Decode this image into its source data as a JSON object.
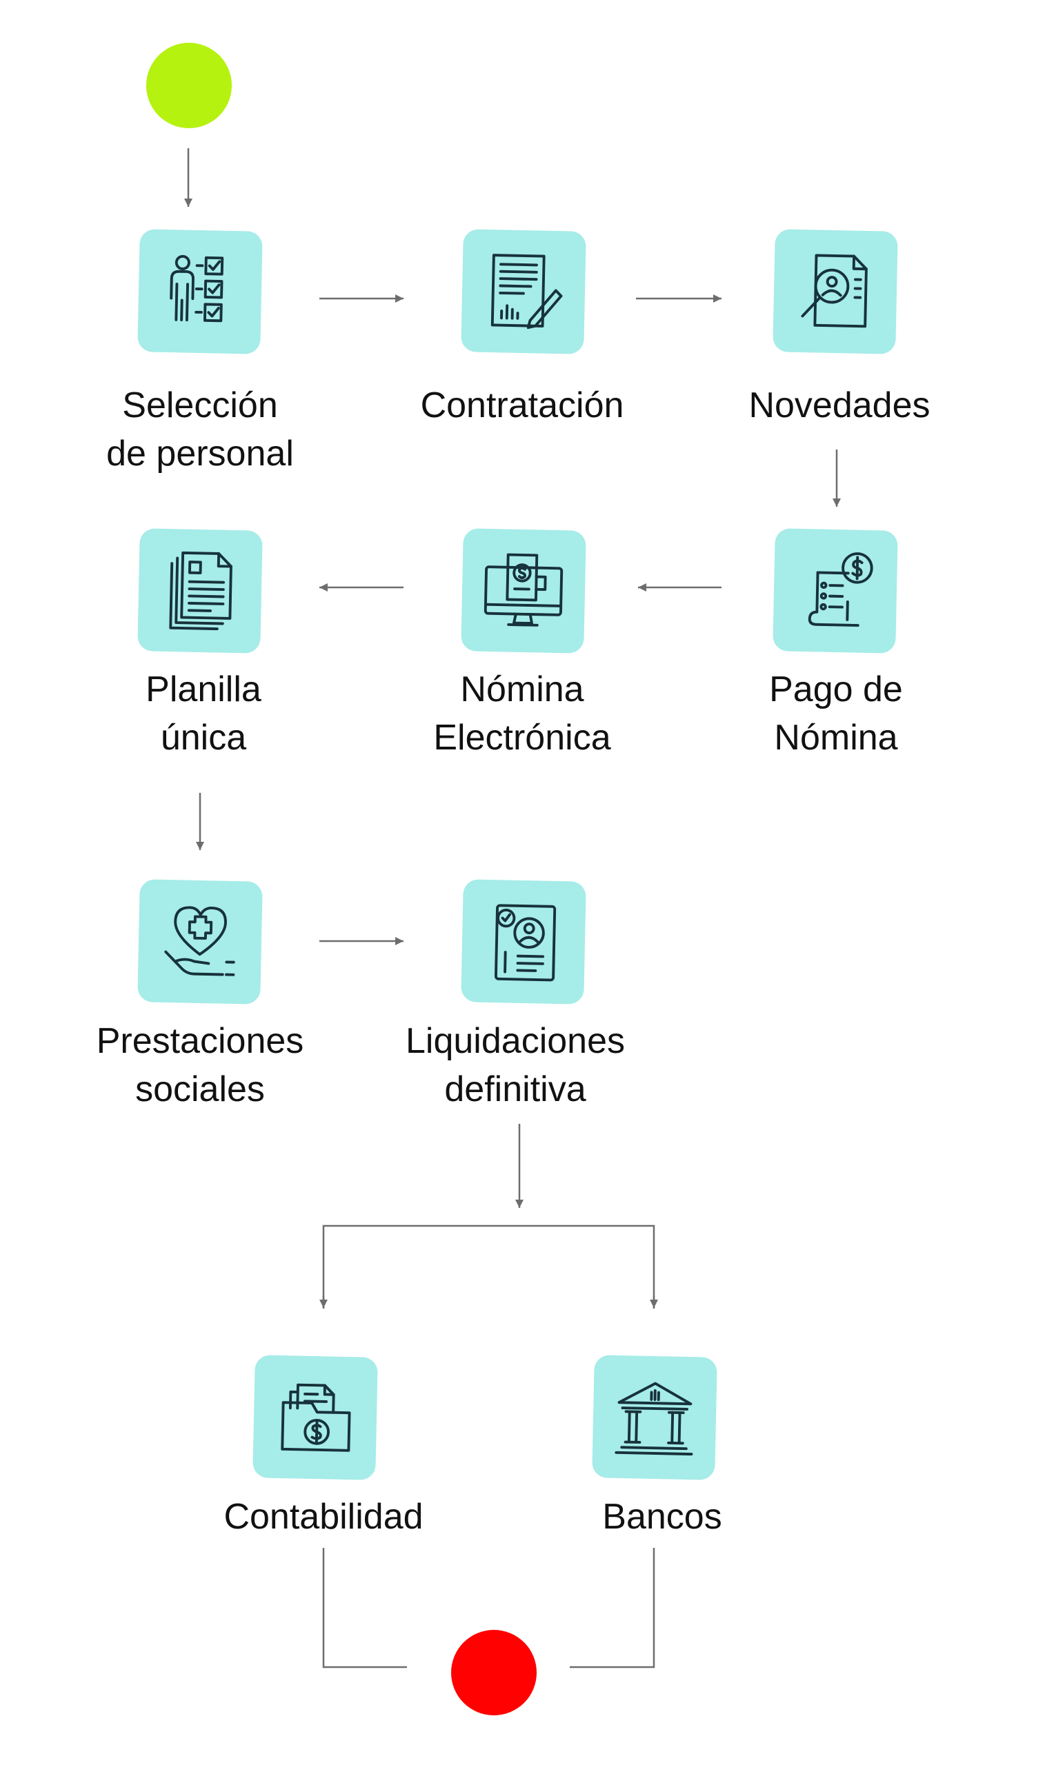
{
  "colors": {
    "start": "#b5f20f",
    "end": "#fe0100",
    "tile": "#a6ece8",
    "icon_stroke": "#17323a",
    "connector": "#6d6d6d",
    "text": "#111111"
  },
  "nodes": {
    "seleccion": {
      "line1": "Selección",
      "line2": "de personal",
      "icon": "person-checklist-icon"
    },
    "contratacion": {
      "line1": "Contratación",
      "icon": "contract-signing-icon"
    },
    "novedades": {
      "line1": "Novedades",
      "icon": "document-search-icon"
    },
    "pago": {
      "line1": "Pago de",
      "line2": "Nómina",
      "icon": "payment-receipt-icon"
    },
    "nomina_electronica": {
      "line1": "Nómina",
      "line2": "Electrónica",
      "icon": "computer-payroll-icon"
    },
    "planilla": {
      "line1": "Planilla",
      "line2": "única",
      "icon": "documents-stack-icon"
    },
    "prestaciones": {
      "line1": "Prestaciones",
      "line2": "sociales",
      "icon": "heart-hand-icon"
    },
    "liquidaciones": {
      "line1": "Liquidaciones",
      "line2": "definitiva",
      "icon": "profile-document-icon"
    },
    "contabilidad": {
      "line1": "Contabilidad",
      "icon": "money-folder-icon"
    },
    "bancos": {
      "line1": "Bancos",
      "icon": "bank-icon"
    }
  }
}
